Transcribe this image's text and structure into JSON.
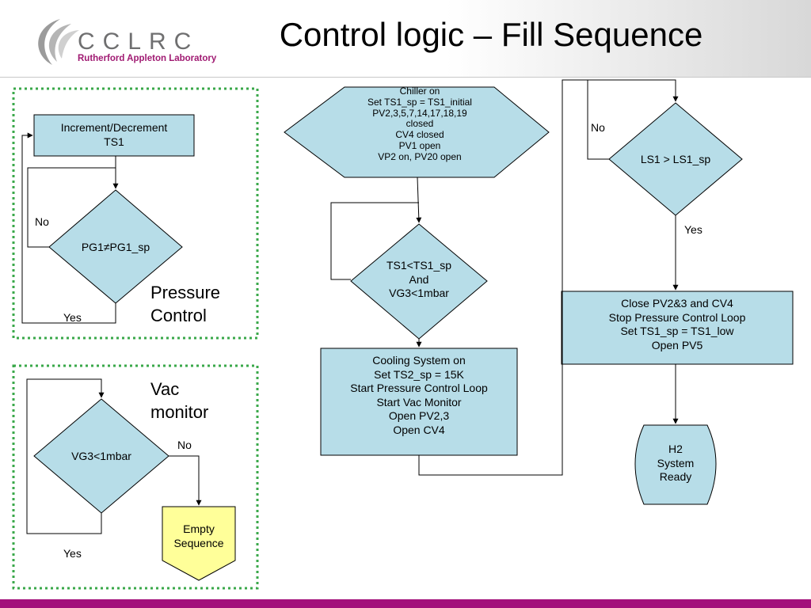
{
  "header": {
    "logo_text": "CCLRC",
    "logo_subtitle": "Rutherford Appleton Laboratory",
    "title": "Control logic – Fill Sequence"
  },
  "pressure_control": {
    "box1": [
      "Increment/Decrement",
      "TS1"
    ],
    "decision": "PG1≠PG1_sp",
    "no_label": "No",
    "yes_label": "Yes",
    "caption": [
      "Pressure",
      "Control"
    ]
  },
  "vac_monitor": {
    "caption": [
      "Vac",
      "monitor"
    ],
    "decision": "VG3<1mbar",
    "no_label": "No",
    "yes_label": "Yes",
    "empty_box": [
      "Empty",
      "Sequence"
    ]
  },
  "main_flow": {
    "start": [
      "Chiller on",
      "Set TS1_sp = TS1_initial",
      "PV2,3,5,7,14,17,18,19",
      "closed",
      "CV4 closed",
      "PV1 open",
      "VP2 on, PV20 open"
    ],
    "decision1": [
      "TS1<TS1_sp",
      "And",
      "VG3<1mbar"
    ],
    "cooling": [
      "Cooling System on",
      "Set TS2_sp = 15K",
      "Start Pressure Control Loop",
      "Start Vac Monitor",
      "Open PV2,3",
      "Open CV4"
    ],
    "decision2": "LS1 > LS1_sp",
    "no_label": "No",
    "yes_label": "Yes",
    "close_box": [
      "Close PV2&3 and CV4",
      "Stop Pressure Control Loop",
      "Set TS1_sp = TS1_low",
      "Open PV5"
    ],
    "end": [
      "H2",
      "System",
      "Ready"
    ]
  },
  "colors": {
    "shape_fill": "#b7dde8",
    "empty_fill": "#ffff99",
    "dotted_border": "#3aa84a",
    "accent_bar": "#a3107a"
  }
}
